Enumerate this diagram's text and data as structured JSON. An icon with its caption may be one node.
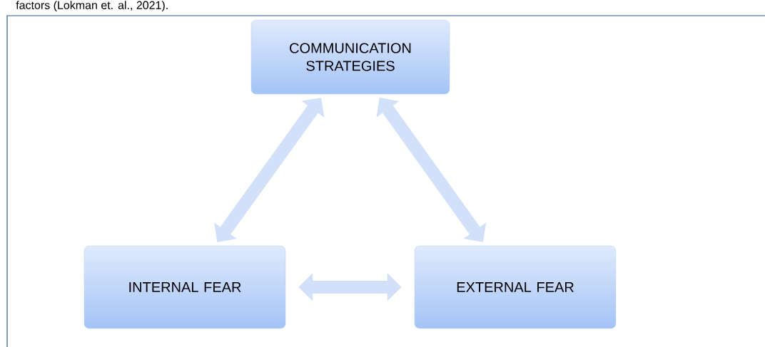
{
  "diagram": {
    "nodes": [
      {
        "text": [
          "COMMUNICATION STRATEGIES"
        ]
      },
      {
        "text": [
          "INTERNAL FEAR"
        ]
      },
      {
        "text": [
          "EXTERNAL FEAR"
        ]
      }
    ],
    "edges": [
      {
        "from": 0,
        "to": 1,
        "arrow": "both"
      },
      {
        "from": 0,
        "to": 2,
        "arrow": "both"
      },
      {
        "from": 1,
        "to": 2,
        "arrow": "both"
      }
    ],
    "labels": [
      "factors (Lokman et. al., 2021)."
    ]
  }
}
